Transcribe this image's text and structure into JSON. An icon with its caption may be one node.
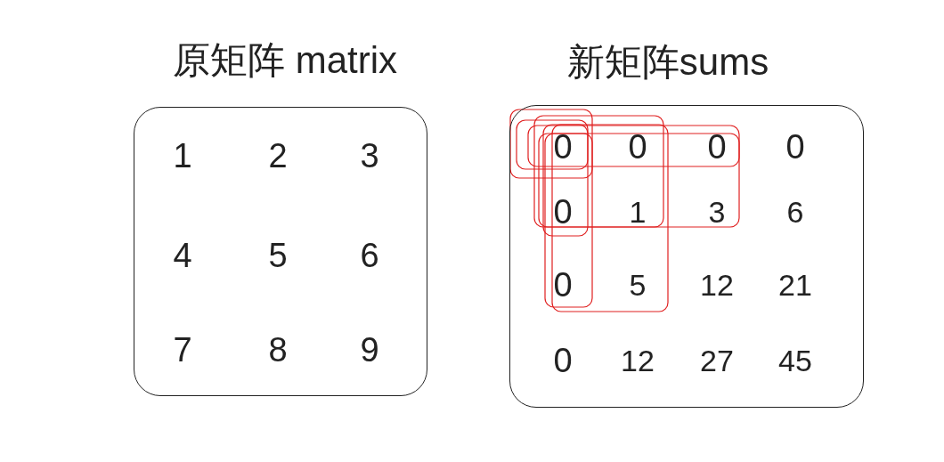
{
  "diagram": {
    "nodes": [
      {
        "text": [
          "原矩阵 matrix"
        ]
      },
      {
        "text": [
          "新矩阵sums"
        ]
      }
    ],
    "labels": [
      "1",
      "2",
      "3",
      "4",
      "5",
      "6",
      "7",
      "8",
      "9",
      "0",
      "0",
      "0",
      "0",
      "0",
      "1",
      "3",
      "6",
      "0",
      "5",
      "12",
      "21",
      "0",
      "12",
      "27",
      "45"
    ]
  }
}
